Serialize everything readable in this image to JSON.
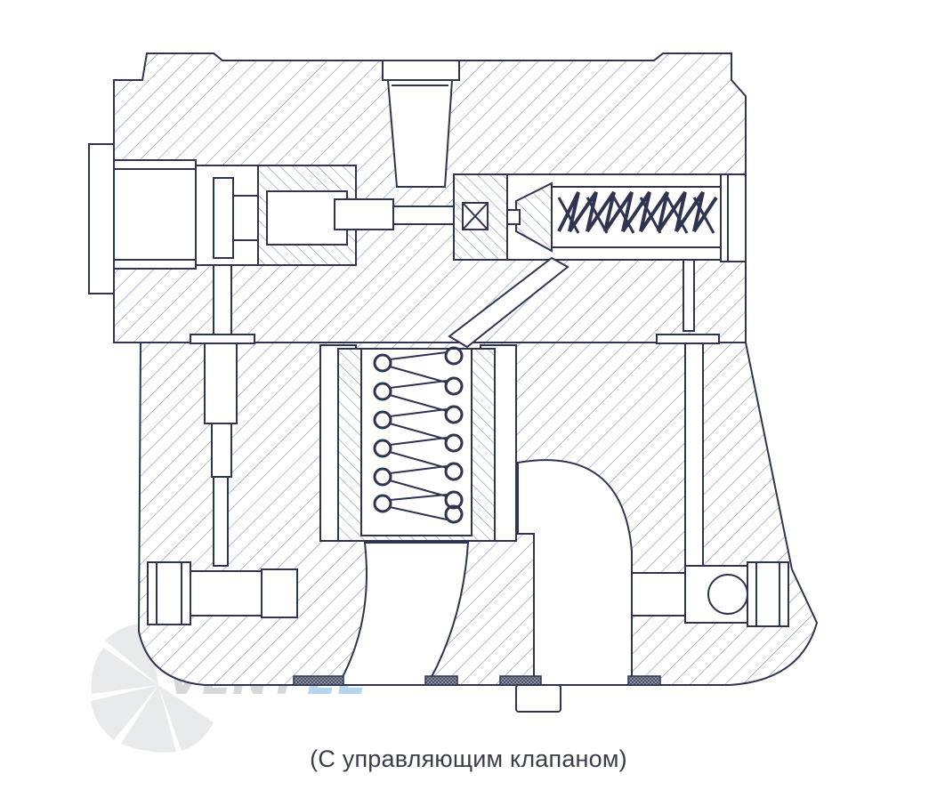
{
  "caption": "(С управляющим клапаном)",
  "watermark": {
    "part1": "VENT",
    "part2": "EL"
  },
  "colors": {
    "line": "#2f3550",
    "hatch": "#6f7fa8",
    "paper": "#ffffff",
    "watermark_grey": "#c9cbd0",
    "watermark_blue": "#9fc8e6"
  }
}
